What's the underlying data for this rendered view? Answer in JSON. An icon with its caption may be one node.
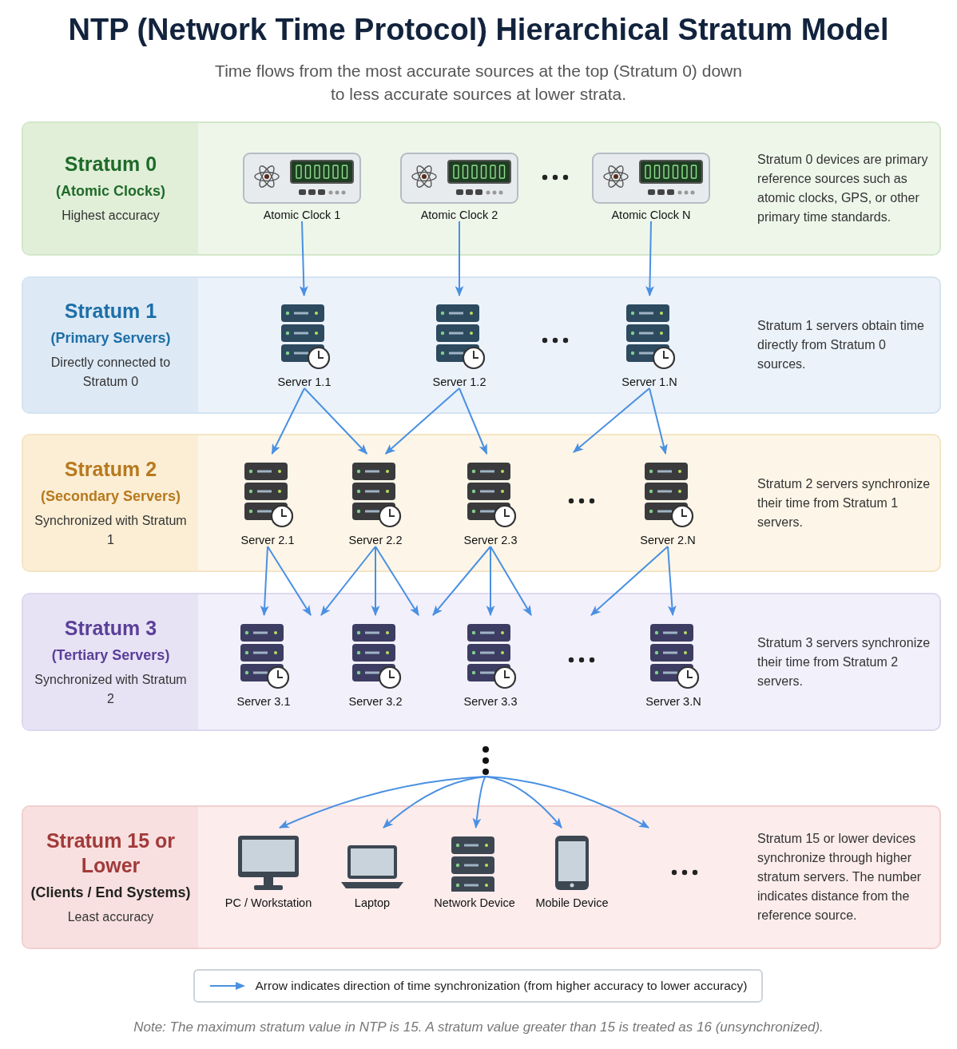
{
  "diagram": {
    "title": "NTP (Network Time Protocol) Hierarchical Stratum Model",
    "caption": "Note: The maximum stratum value in NTP is 15. A stratum value greater than 15 is treated as 16 (unsynchronized).",
    "nodes": [
      {
        "text": [
          "Stratum 0",
          "(Atomic Clocks)",
          "Highest accuracy",
          "Stratum 0 devices are primary reference sources such as atomic clocks, GPS, or other primary time standards."
        ]
      },
      {
        "text": [
          "Atomic Clock 1"
        ],
        "in": 0
      },
      {
        "text": [
          "Atomic Clock 2"
        ],
        "in": 0
      },
      {
        "text": [
          "Atomic Clock N"
        ],
        "in": 0
      },
      {
        "text": [
          "Stratum 1",
          "(Primary Servers)",
          "Directly connected to Stratum 0",
          "Stratum 1 servers obtain time directly from Stratum 0 sources."
        ]
      },
      {
        "text": [
          "Server 1.1"
        ],
        "in": 4
      },
      {
        "text": [
          "Server 1.2"
        ],
        "in": 4
      },
      {
        "text": [
          "Server 1.N"
        ],
        "in": 4
      },
      {
        "text": [
          "Stratum 2",
          "(Secondary Servers)",
          "Synchronized with Stratum 1",
          "Stratum 2 servers synchronize their time from Stratum 1 servers."
        ]
      },
      {
        "text": [
          "Server 2.1"
        ],
        "in": 8
      },
      {
        "text": [
          "Server 2.2"
        ],
        "in": 8
      },
      {
        "text": [
          "Server 2.3"
        ],
        "in": 8
      },
      {
        "text": [
          "Server 2.N"
        ],
        "in": 8
      },
      {
        "text": [
          "Stratum 3",
          "(Tertiary Servers)",
          "Synchronized with Stratum 2",
          "Stratum 3 servers synchronize their time from Stratum 2 servers."
        ]
      },
      {
        "text": [
          "Server 3.1"
        ],
        "in": 13
      },
      {
        "text": [
          "Server 3.2"
        ],
        "in": 13
      },
      {
        "text": [
          "Server 3.3"
        ],
        "in": 13
      },
      {
        "text": [
          "Server 3.N"
        ],
        "in": 13
      },
      {
        "text": [],
        "shape": "ellipsis"
      },
      {
        "text": [
          "Stratum 15 or Lower",
          "(Clients / End Systems)",
          "Least accuracy",
          "Stratum 15 or lower devices synchronize through higher stratum servers. The number indicates distance from the reference source."
        ]
      },
      {
        "text": [
          "PC / Workstation"
        ],
        "in": 19
      },
      {
        "text": [
          "Laptop"
        ],
        "in": 19
      },
      {
        "text": [
          "Network Device"
        ],
        "in": 19
      },
      {
        "text": [
          "Mobile Device"
        ],
        "in": 19
      }
    ],
    "edges": [
      {
        "from": 1,
        "to": 5,
        "arrow": "to"
      },
      {
        "from": 2,
        "to": 6,
        "arrow": "to"
      },
      {
        "from": 3,
        "to": 7,
        "arrow": "to"
      },
      {
        "from": 5,
        "to": 9,
        "arrow": "to"
      },
      {
        "from": 5,
        "to": 10,
        "arrow": "to"
      },
      {
        "from": 6,
        "to": 10,
        "arrow": "to"
      },
      {
        "from": 6,
        "to": 11,
        "arrow": "to"
      },
      {
        "from": 7,
        "to": 8,
        "arrow": "to"
      },
      {
        "from": 7,
        "to": 12,
        "arrow": "to"
      },
      {
        "from": 9,
        "to": 14,
        "arrow": "to"
      },
      {
        "from": 9,
        "to": 13,
        "arrow": "to"
      },
      {
        "from": 10,
        "to": 13,
        "arrow": "to"
      },
      {
        "from": 10,
        "to": 15,
        "arrow": "to"
      },
      {
        "from": 10,
        "to": 13,
        "arrow": "to"
      },
      {
        "from": 11,
        "to": 13,
        "arrow": "to"
      },
      {
        "from": 11,
        "to": 16,
        "arrow": "to"
      },
      {
        "from": 11,
        "to": 13,
        "arrow": "to"
      },
      {
        "from": 12,
        "to": 13,
        "arrow": "to"
      },
      {
        "from": 12,
        "to": 17,
        "arrow": "to"
      },
      {
        "from": 18,
        "to": 20,
        "arrow": "to"
      },
      {
        "from": 18,
        "to": 21,
        "arrow": "to"
      },
      {
        "from": 18,
        "to": 22,
        "arrow": "to"
      },
      {
        "from": 18,
        "to": 23,
        "arrow": "to"
      },
      {
        "from": 18,
        "to": 19,
        "arrow": "to"
      }
    ],
    "labels": [
      "Time flows from the most accurate sources at the top (Stratum 0) down to less accurate sources at lower strata."
    ],
    "legend": [
      {
        "text": "Arrow indicates direction of time synchronization (from higher accuracy to lower accuracy)"
      }
    ]
  }
}
